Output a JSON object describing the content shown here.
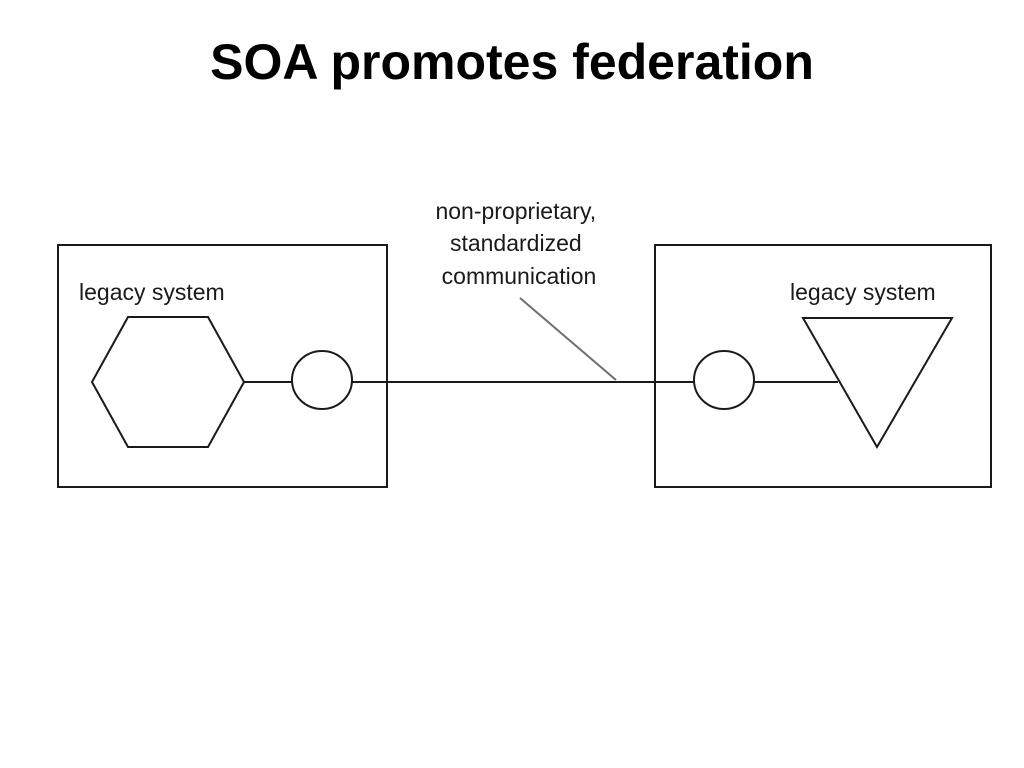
{
  "title": "SOA promotes federation",
  "diagram": {
    "left_system": {
      "label": "legacy system",
      "shape": "hexagon-icon"
    },
    "right_system": {
      "label": "legacy system",
      "shape": "triangle-icon"
    },
    "connection": {
      "label_lines": [
        "non-proprietary,",
        "standardized",
        "communication"
      ]
    },
    "colors": {
      "stroke": "#1a1a1a",
      "callout": "#6e6e6e",
      "background": "#ffffff"
    }
  }
}
